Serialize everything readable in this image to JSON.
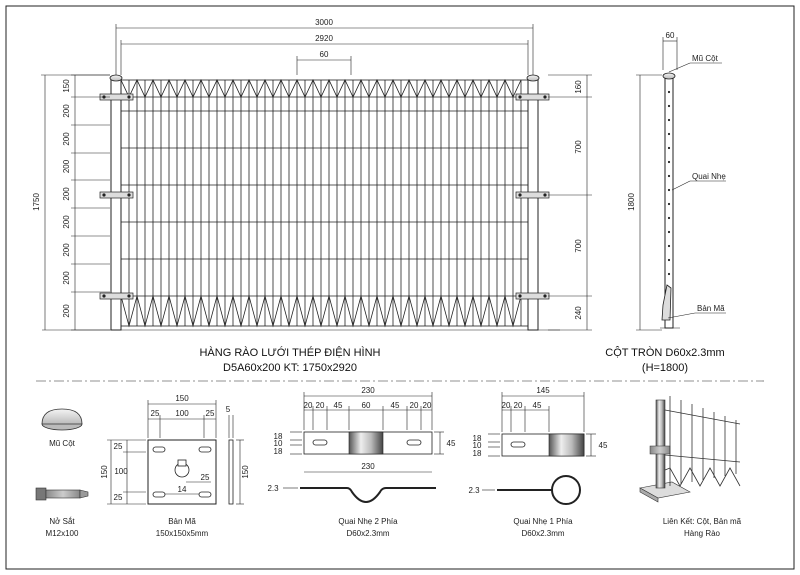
{
  "main_fence": {
    "width_overall": "3000",
    "width_panel": "2920",
    "post_spacing": "60",
    "height_overall": "1750",
    "row_heights": [
      "150",
      "200",
      "200",
      "200",
      "200",
      "200",
      "200",
      "200",
      "200"
    ],
    "clip_spacing": [
      "160",
      "700",
      "700",
      "240"
    ],
    "caption_line1": "HÀNG RÀO LƯỚI THÉP ĐIỆN HÌNH",
    "caption_line2": "D5A60x200 KT: 1750x2920"
  },
  "post_side": {
    "top_width": "60",
    "height": "1800",
    "cap_label": "Mũ Cột",
    "clip_label": "Quai Nhẹ",
    "plate_label": "Bản Mã",
    "caption_line1": "CỘT TRÒN D60x2.3mm",
    "caption_line2": "(H=1800)"
  },
  "parts": {
    "cap": {
      "label": "Mũ Cột"
    },
    "bolt": {
      "label_line1": "Nở Sắt",
      "label_line2": "M12x100"
    },
    "plate": {
      "top_dims": [
        "25",
        "100",
        "25"
      ],
      "total_width": "150",
      "left_dims": [
        "25",
        "100",
        "25"
      ],
      "left_total": "150",
      "right_total": "150",
      "thickness": "5",
      "hole_dim": "25",
      "slot_dim": "14",
      "caption_line1": "Bản Mã",
      "caption_line2": "150x150x5mm"
    },
    "clip2": {
      "top_dims": [
        "20",
        "20",
        "45",
        "60",
        "45",
        "20",
        "20"
      ],
      "total_width": "230",
      "bottom_width": "230",
      "left_dims": [
        "18",
        "10",
        "18"
      ],
      "right_dim": "45",
      "thickness": "2.3",
      "caption_line1": "Quai Nhẹ 2 Phía",
      "caption_line2": "D60x2.3mm"
    },
    "clip1": {
      "top_dims": [
        "20",
        "20",
        "45"
      ],
      "total_width": "145",
      "left_dims": [
        "18",
        "10",
        "18"
      ],
      "right_dim": "45",
      "thickness": "2.3",
      "caption_line1": "Quai Nhẹ 1 Phía",
      "caption_line2": "D60x2.3mm"
    },
    "connection": {
      "caption_line1": "Liên Kết: Cột, Bản mã",
      "caption_line2": "Hàng Rào"
    }
  }
}
